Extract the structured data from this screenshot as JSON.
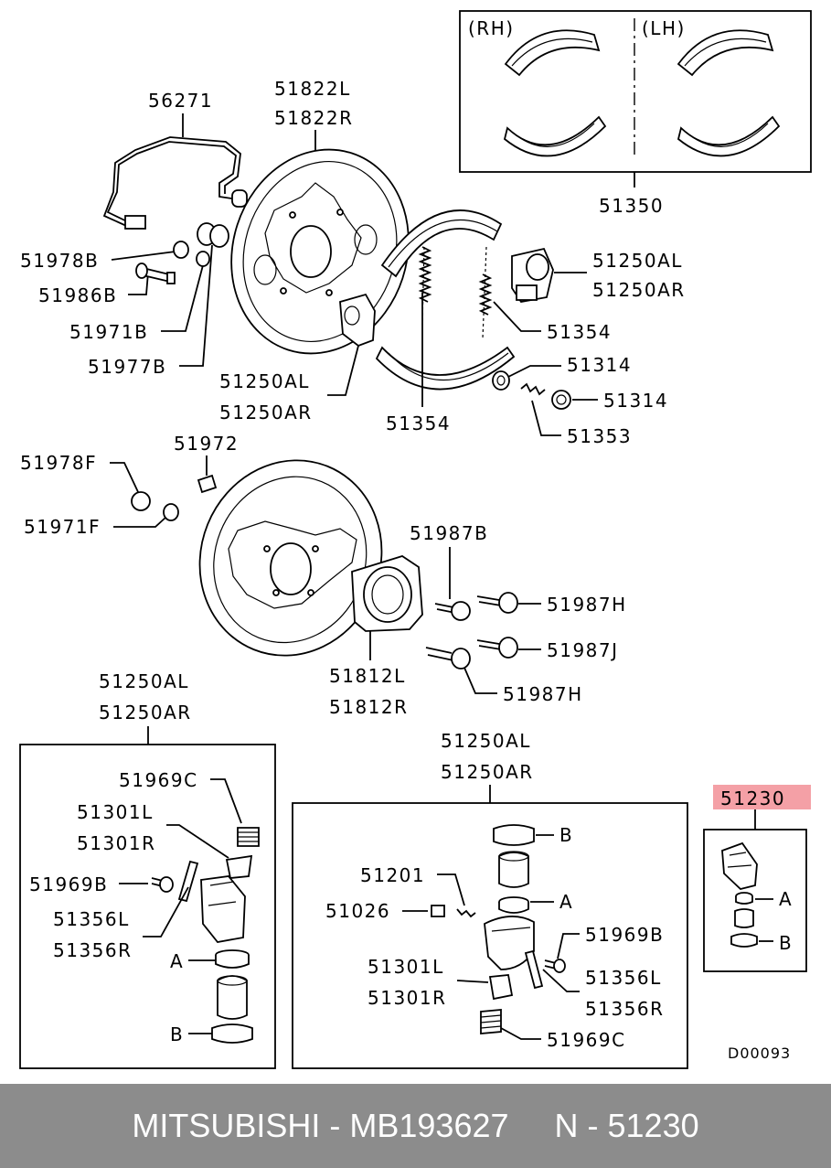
{
  "labels": {
    "rh": "(RH)",
    "lh": "(LH)",
    "p51350": "51350",
    "p56271": "56271",
    "p51822L": "51822L",
    "p51822R": "51822R",
    "p51978B": "51978B",
    "p51986B": "51986B",
    "p51971B": "51971B",
    "p51977B": "51977B",
    "p51250AL_a": "51250AL",
    "p51250AR_a": "51250AR",
    "p51250AL_b": "51250AL",
    "p51250AR_b": "51250AR",
    "p51354_a": "51354",
    "p51354_b": "51354",
    "p51314_a": "51314",
    "p51314_b": "51314",
    "p51353": "51353",
    "p51978F": "51978F",
    "p51972": "51972",
    "p51971F": "51971F",
    "p51987B": "51987B",
    "p51987H_a": "51987H",
    "p51987J": "51987J",
    "p51987H_b": "51987H",
    "p51812L": "51812L",
    "p51812R": "51812R",
    "p51250AL_c": "51250AL",
    "p51250AR_c": "51250AR",
    "p51250AL_d": "51250AL",
    "p51250AR_d": "51250AR",
    "p51969C_a": "51969C",
    "p51301L_a": "51301L",
    "p51301R_a": "51301R",
    "p51969B_a": "51969B",
    "p51356L_a": "51356L",
    "p51356R_a": "51356R",
    "A_left": "A",
    "B_left": "B",
    "p51201": "51201",
    "p51026": "51026",
    "B_mid": "B",
    "A_mid": "A",
    "p51969B_b": "51969B",
    "p51301L_b": "51301L",
    "p51301R_b": "51301R",
    "p51356L_b": "51356L",
    "p51356R_b": "51356R",
    "p51969C_b": "51969C",
    "p51230": "51230",
    "A_right": "A",
    "B_right": "B",
    "code": "D00093"
  },
  "highlight_color": "#f4a0a6",
  "footer": "MITSUBISHI - MB193627     N - 51230"
}
